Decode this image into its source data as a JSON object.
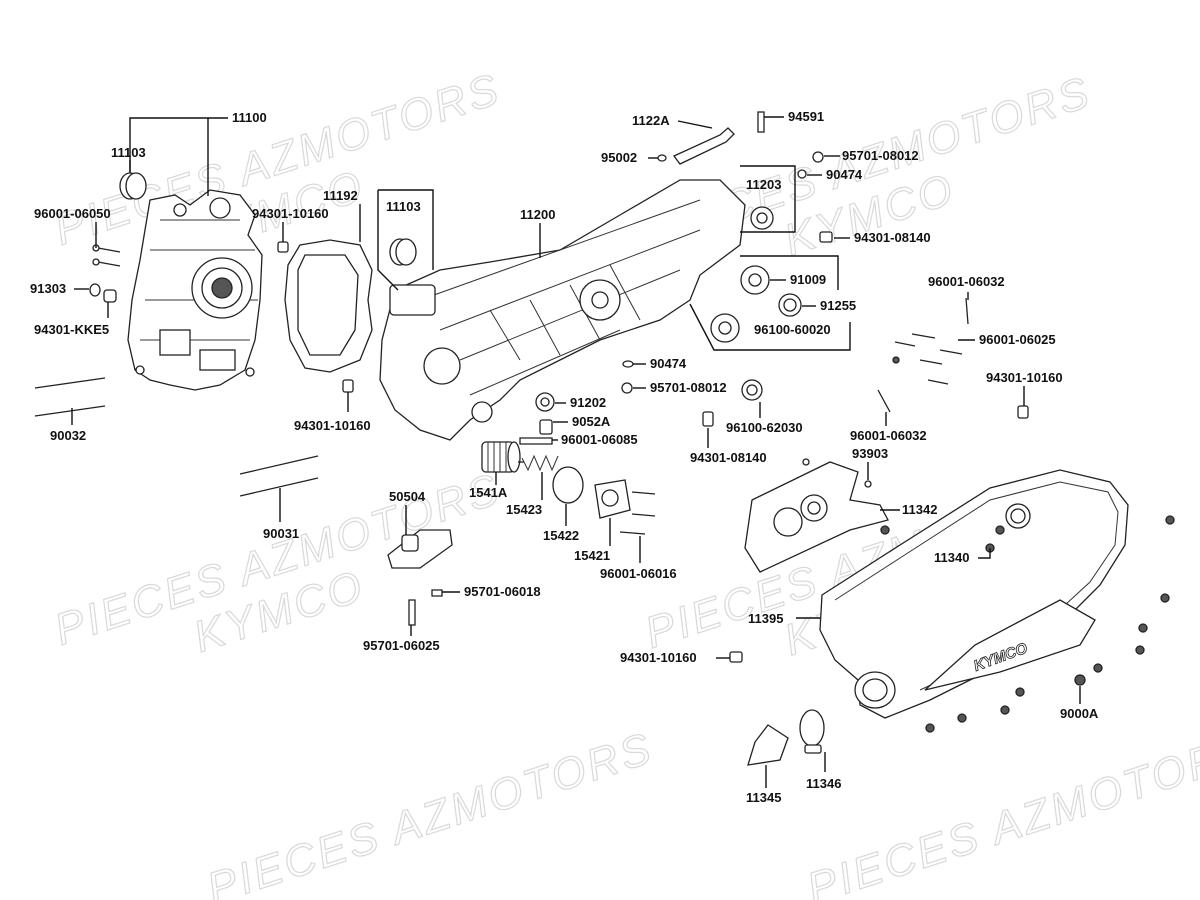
{
  "watermark": {
    "line1": "PIECES AZMOTORS",
    "line2": "KYMCO"
  },
  "cover_logo": "KYMCO",
  "parts": {
    "p11100": "11100",
    "p11103a": "11103",
    "p96001_06050": "96001-06050",
    "p91303": "91303",
    "p94301_kke5": "94301-KKE5",
    "p90032": "90032",
    "p94301_10160a": "94301-10160",
    "p11192": "11192",
    "p11103b": "11103",
    "p94301_10160b": "94301-10160",
    "p90031": "90031",
    "p50504": "50504",
    "p95701_06018": "95701-06018",
    "p95701_06025": "95701-06025",
    "p11200": "11200",
    "p1122a": "1122A",
    "p94591": "94591",
    "p95002": "95002",
    "p95701_08012a": "95701-08012",
    "p90474a": "90474",
    "p11203": "11203",
    "p94301_08140a": "94301-08140",
    "p91009": "91009",
    "p91255": "91255",
    "p96100_60020": "96100-60020",
    "p90474b": "90474",
    "p95701_08012b": "95701-08012",
    "p91202": "91202",
    "p9052a": "9052A",
    "p96001_06085": "96001-06085",
    "p96100_62030": "96100-62030",
    "p94301_08140b": "94301-08140",
    "p1541a": "1541A",
    "p15423": "15423",
    "p15422": "15422",
    "p15421": "15421",
    "p96001_06016": "96001-06016",
    "p96001_06032a": "96001-06032",
    "p96001_06025": "96001-06025",
    "p94301_10160c": "94301-10160",
    "p96001_06032b": "96001-06032",
    "p93903": "93903",
    "p11342": "11342",
    "p11340": "11340",
    "p11395": "11395",
    "p94301_10160d": "94301-10160",
    "p9000a": "9000A",
    "p11345": "11345",
    "p11346": "11346"
  }
}
